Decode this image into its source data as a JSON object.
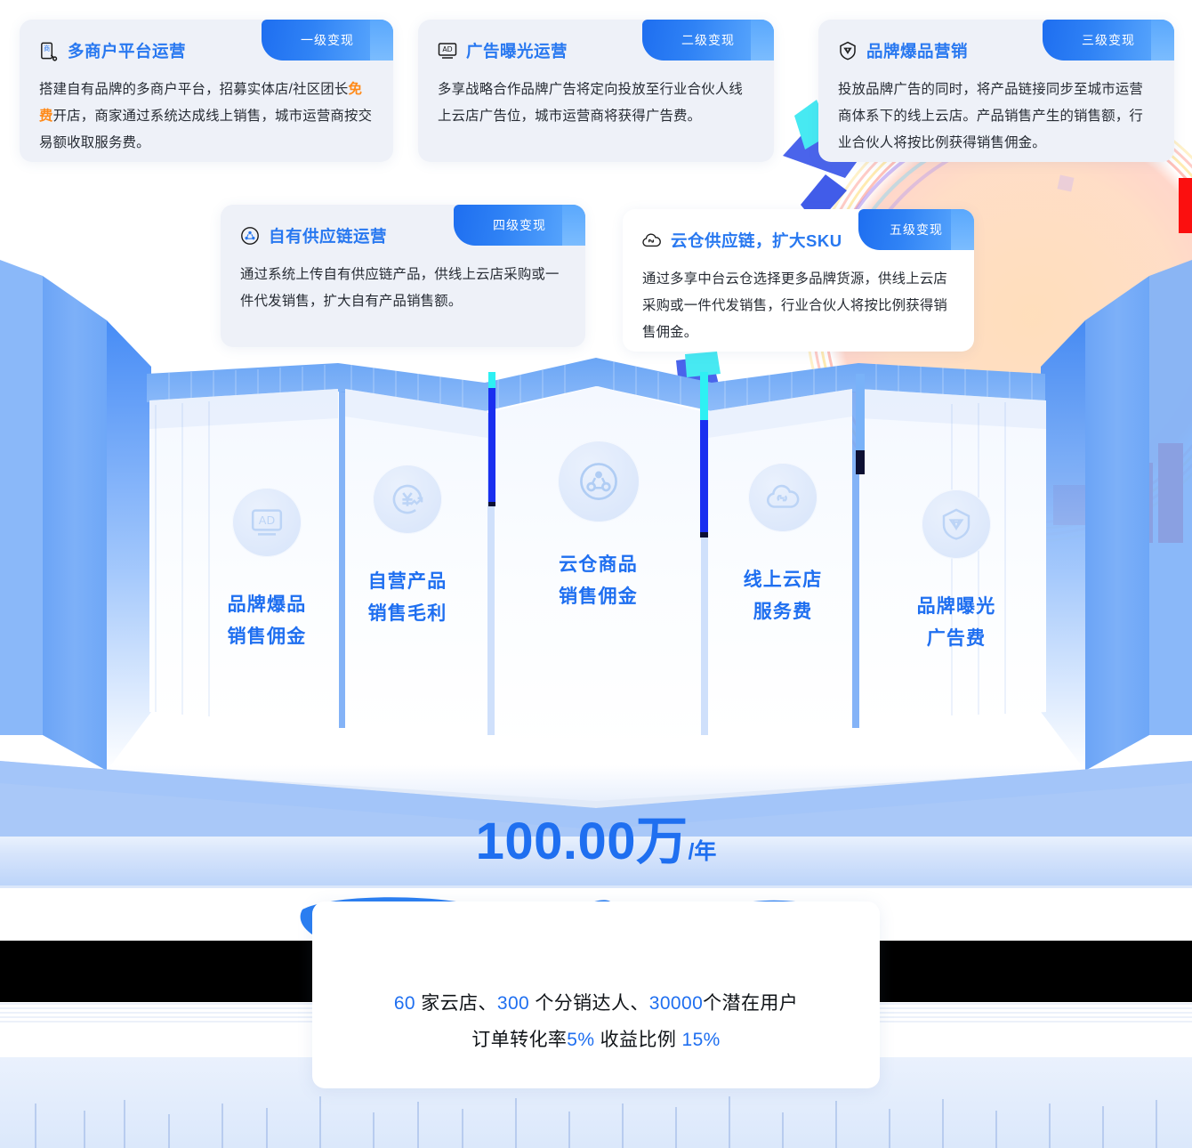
{
  "colors": {
    "accent": "#1f6ff0",
    "accent_light": "#4e9dfb",
    "highlight_orange": "#ff8a19",
    "card_bg": "#eef1f8",
    "text": "#262b33"
  },
  "cards": [
    {
      "icon": "storefront-icon",
      "title": "多商户平台运营",
      "badge": "一级变现",
      "body_pre": "搭建自有品牌的多商户平台，招募实体店/社区团长",
      "body_highlight": "免费",
      "body_post": "开店，商家通过系统达成线上销售，城市运营商按交易额收取服务费。"
    },
    {
      "icon": "ad-icon",
      "title": "广告曝光运营",
      "badge": "二级变现",
      "body_pre": "多享战略合作品牌广告将定向投放至行业合伙人线上云店广告位，城市运营商将获得广告费。",
      "body_highlight": "",
      "body_post": ""
    },
    {
      "icon": "diamond-icon",
      "title": "品牌爆品营销",
      "badge": "三级变现",
      "body_pre": "投放品牌广告的同时，将产品链接同步至城市运营商体系下的线上云店。产品销售产生的销售额，行业合伙人将按比例获得销售佣金。",
      "body_highlight": "",
      "body_post": ""
    },
    {
      "icon": "supply-chain-icon",
      "title": "自有供应链运营",
      "badge": "四级变现",
      "body_pre": "通过系统上传自有供应链产品，供线上云店采购或一件代发销售，扩大自有产品销售额。",
      "body_highlight": "",
      "body_post": ""
    },
    {
      "icon": "cloud-link-icon",
      "title": "云仓供应链，扩大SKU",
      "badge": "五级变现",
      "body_pre": "通过多享中台云仓选择更多品牌货源，供线上云店采购或一件代发销售，行业合伙人将按比例获得销售佣金。",
      "body_highlight": "",
      "body_post": ""
    }
  ],
  "pillars": [
    {
      "icon": "ad-icon",
      "label": "品牌爆品\n销售佣金"
    },
    {
      "icon": "yuan-growth-icon",
      "label": "自营产品\n销售毛利"
    },
    {
      "icon": "supply-chain-icon",
      "label": "云仓商品\n销售佣金"
    },
    {
      "icon": "cloud-link-icon",
      "label": "线上云店\n服务费"
    },
    {
      "icon": "diamond-icon",
      "label": "品牌曝光\n广告费"
    }
  ],
  "summary": {
    "value": "100.00万",
    "unit": "/年"
  },
  "stats": {
    "line1": [
      {
        "text": "60",
        "accent": true
      },
      {
        "text": " 家云店、",
        "accent": false
      },
      {
        "text": "300",
        "accent": true
      },
      {
        "text": " 个分销达人、",
        "accent": false
      },
      {
        "text": "30000",
        "accent": true
      },
      {
        "text": "个潜在用户",
        "accent": false
      }
    ],
    "line2": [
      {
        "text": "订单转化率",
        "accent": false
      },
      {
        "text": "5%",
        "accent": true
      },
      {
        "text": "  收益比例 ",
        "accent": false
      },
      {
        "text": "15%",
        "accent": true
      }
    ]
  }
}
